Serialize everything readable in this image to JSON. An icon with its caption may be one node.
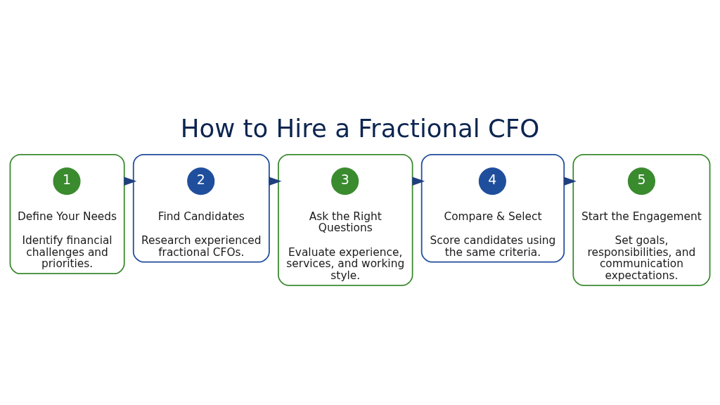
{
  "diagram": {
    "title": "How to Hire a Fractional CFO",
    "nodes": [
      {
        "text": [
          "Define Your Needs",
          "Identify financial challenges and priorities."
        ]
      },
      {
        "text": [
          "1"
        ],
        "in": 0
      },
      {
        "text": [
          "Find Candidates",
          "Research experienced fractional CFOs."
        ]
      },
      {
        "text": [
          "2"
        ],
        "in": 2
      },
      {
        "text": [
          "Ask the Right Questions",
          "Evaluate experience, services, and working style."
        ]
      },
      {
        "text": [
          "3"
        ],
        "in": 4
      },
      {
        "text": [
          "Compare & Select",
          "Score candidates using the same criteria."
        ]
      },
      {
        "text": [
          "4"
        ],
        "in": 6
      },
      {
        "text": [
          "Start the Engagement",
          "Set goals, responsibilities, and communication expectations."
        ]
      },
      {
        "text": [
          "5"
        ],
        "in": 8
      }
    ],
    "edges": [
      {
        "from": 0,
        "to": 2,
        "arrow": "to"
      },
      {
        "from": 2,
        "to": 4,
        "arrow": "to"
      },
      {
        "from": 4,
        "to": 6,
        "arrow": "to"
      },
      {
        "from": 6,
        "to": 8,
        "arrow": "to"
      }
    ]
  }
}
